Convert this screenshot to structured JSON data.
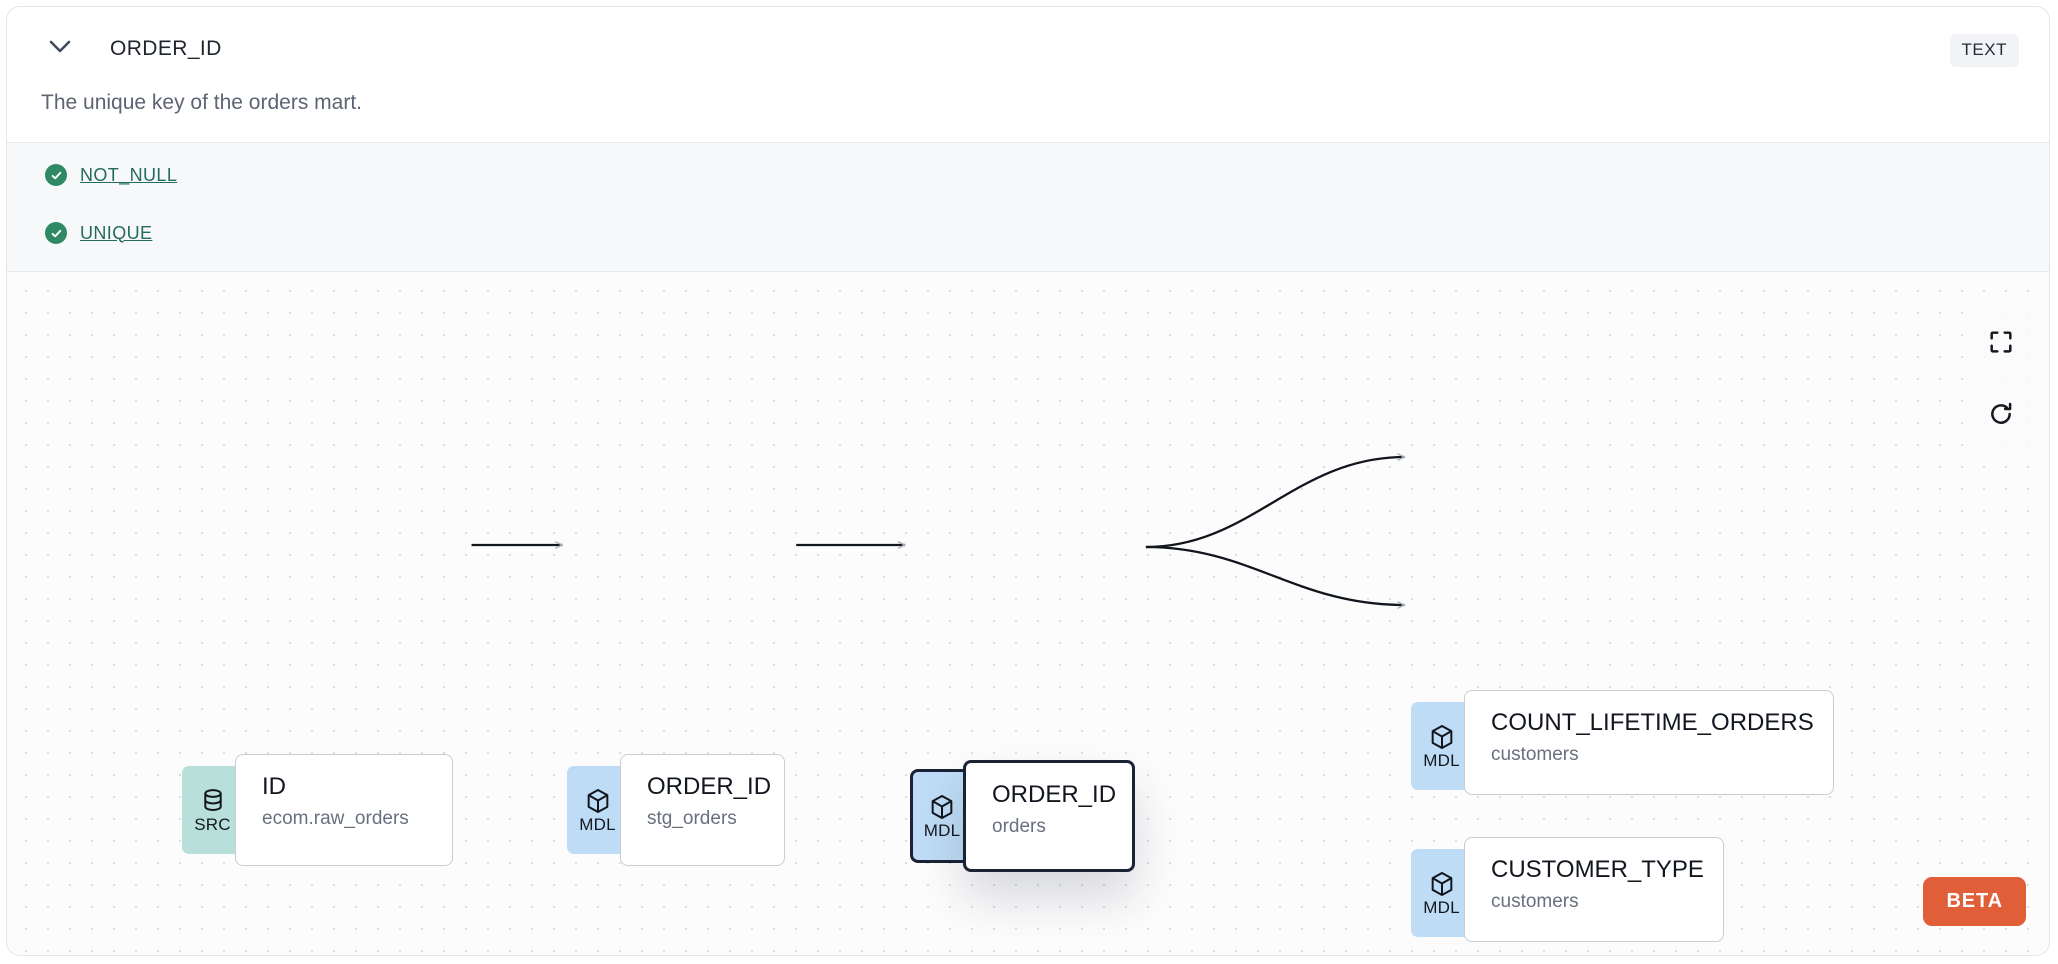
{
  "header": {
    "chevron_icon": "chevron-down-icon",
    "column_name": "ORDER_ID",
    "data_type": "TEXT",
    "description": "The unique key of the orders mart."
  },
  "tests": [
    {
      "icon": "check-circle-icon",
      "label": "NOT_NULL",
      "status": "pass"
    },
    {
      "icon": "check-circle-icon",
      "label": "UNIQUE",
      "status": "pass"
    }
  ],
  "lineage": {
    "nodes": [
      {
        "id": "node-src",
        "badge": "SRC",
        "badge_icon": "database-icon",
        "name": "ID",
        "parent": "ecom.raw_orders",
        "selected": false
      },
      {
        "id": "node-stg",
        "badge": "MDL",
        "badge_icon": "cube-icon",
        "name": "ORDER_ID",
        "parent": "stg_orders",
        "selected": false
      },
      {
        "id": "node-orders",
        "badge": "MDL",
        "badge_icon": "cube-icon",
        "name": "ORDER_ID",
        "parent": "orders",
        "selected": true
      },
      {
        "id": "node-count",
        "badge": "MDL",
        "badge_icon": "cube-icon",
        "name": "COUNT_LIFETIME_ORDERS",
        "parent": "customers",
        "selected": false
      },
      {
        "id": "node-ctype",
        "badge": "MDL",
        "badge_icon": "cube-icon",
        "name": "CUSTOMER_TYPE",
        "parent": "customers",
        "selected": false
      }
    ],
    "edges": [
      {
        "from": "node-src",
        "to": "node-stg"
      },
      {
        "from": "node-stg",
        "to": "node-orders"
      },
      {
        "from": "node-orders",
        "to": "node-count"
      },
      {
        "from": "node-orders",
        "to": "node-ctype"
      }
    ]
  },
  "controls": [
    {
      "name": "fit-view-button",
      "icon": "fullscreen-icon"
    },
    {
      "name": "reset-button",
      "icon": "refresh-icon"
    }
  ],
  "beta": {
    "label": "BETA"
  },
  "colors": {
    "src_badge": "#b9dfdb",
    "mdl_badge": "#bedcf5",
    "test_pass": "#2f8a63",
    "test_link": "#236b5e",
    "beta": "#e05e38",
    "selected_border": "#1b2235"
  }
}
